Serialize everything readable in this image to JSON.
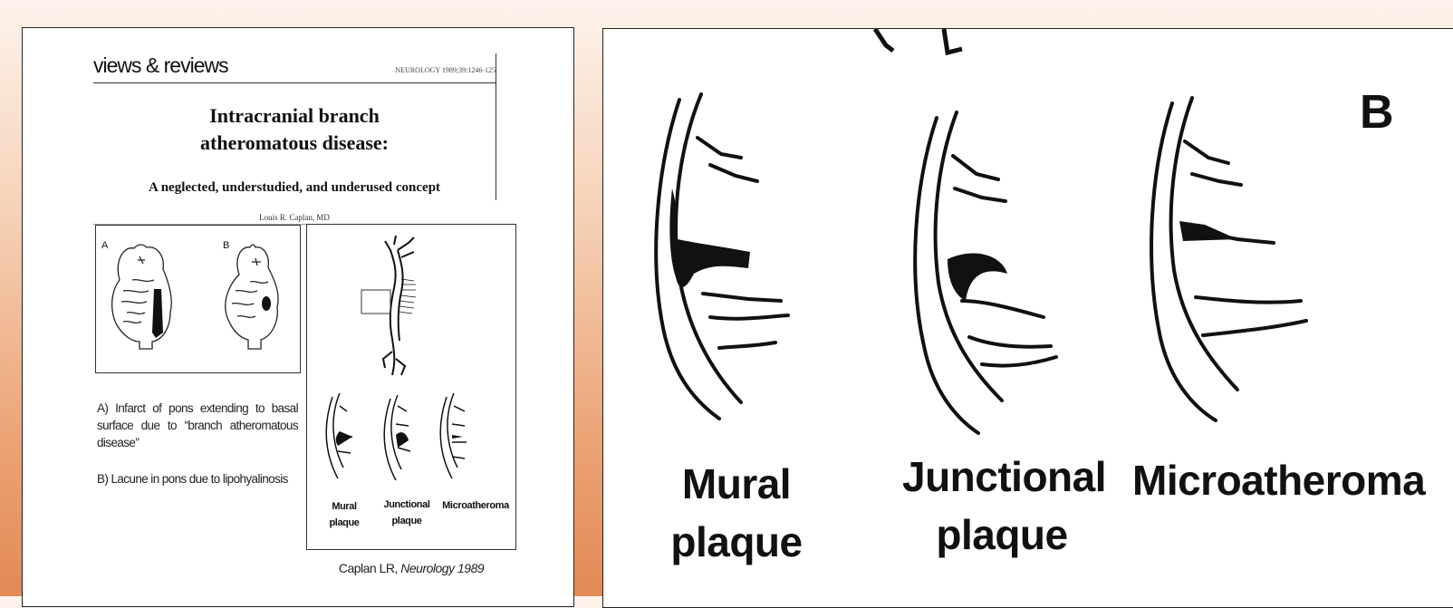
{
  "left": {
    "section_label": "views & reviews",
    "journal_ref": "NEUROLOGY 1989;39:1246-125",
    "title_line1": "Intracranial branch",
    "title_line2": "atheromatous disease:",
    "subtitle": "A neglected, understudied, and underused concept",
    "author": "Louis R. Caplan, MD",
    "figure_a": {
      "label_a": "A",
      "label_b": "B"
    },
    "caption_a": "A) Infarct of pons extending to basal surface due to “branch atheromatous disease”",
    "caption_b": "B) Lacune in pons due to lipohyalinosis",
    "figure_b": {
      "label_mural_1": "Mural",
      "label_mural_2": "plaque",
      "label_junctional_1": "Junctional",
      "label_junctional_2": "plaque",
      "label_micro": "Microatheroma"
    },
    "citation_prefix": "Caplan LR, ",
    "citation_journal": "Neurology",
    "citation_year": " 1989"
  },
  "right": {
    "panel_letter": "B",
    "label_mural_1": "Mural",
    "label_mural_2": "plaque",
    "label_junctional_1": "Junctional",
    "label_junctional_2": "plaque",
    "label_micro": "Microatheroma"
  },
  "colors": {
    "background_top": "#fdf3ec",
    "background_bottom": "#e38a55",
    "ink": "#111111"
  }
}
